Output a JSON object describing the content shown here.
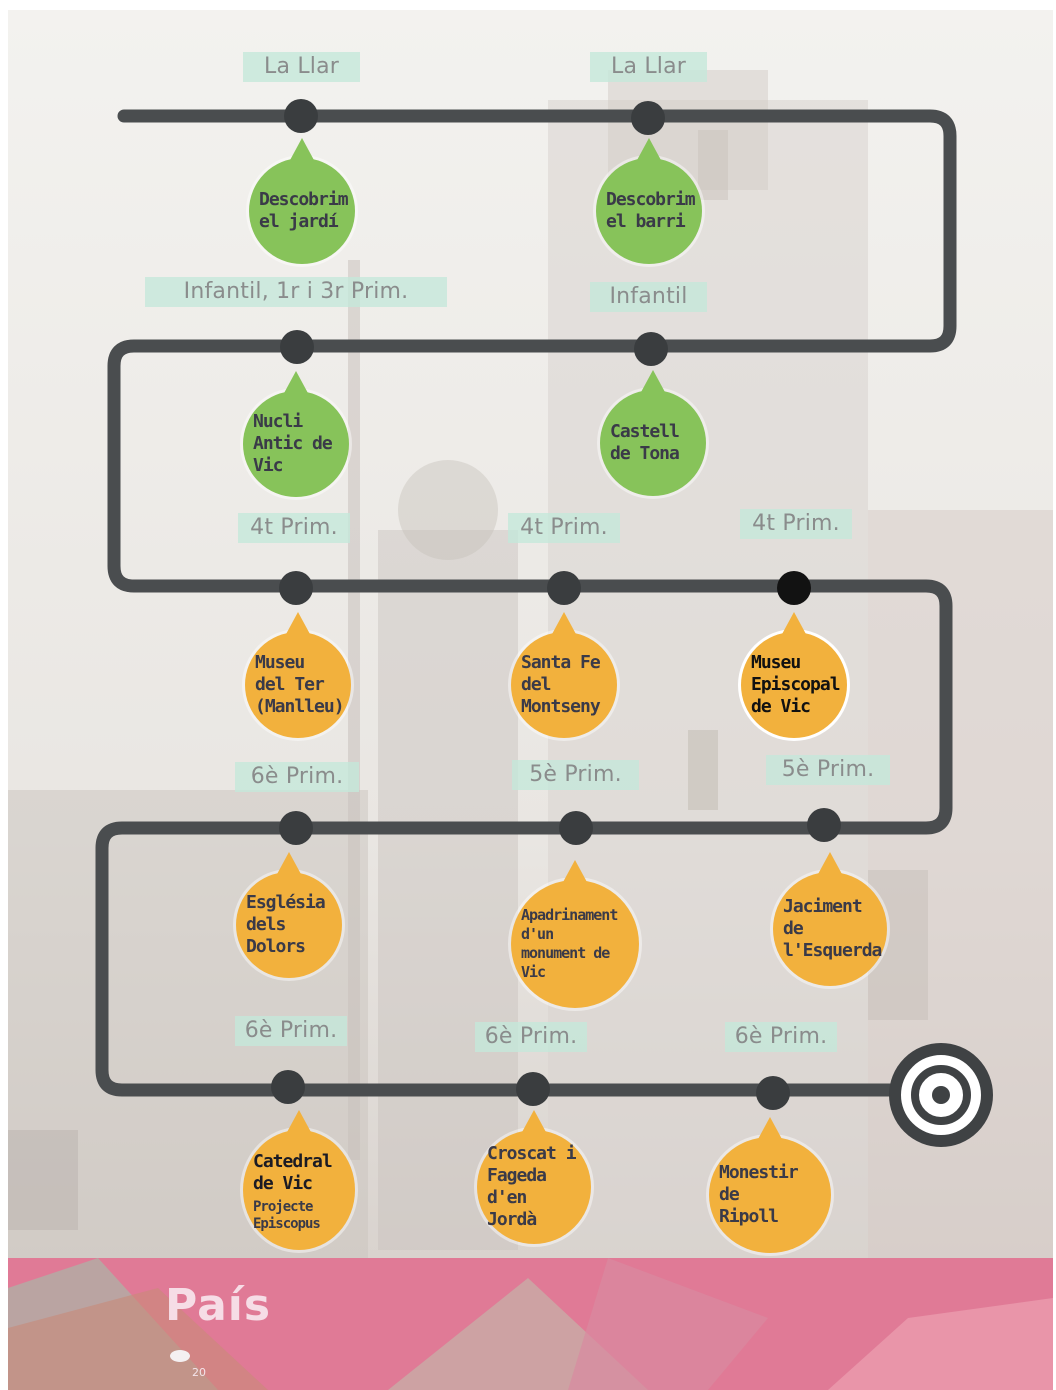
{
  "colors": {
    "track": "#4a4d4f",
    "node": "#3a3d3f",
    "node_highlight": "#121212",
    "tag_bg": "#c4e8da",
    "tag_text": "#8a8c8c",
    "drop_green": "#87c35a",
    "drop_orange": "#f2b13d",
    "footer": "#e07a96"
  },
  "rows": [
    {
      "stops": [
        {
          "tag": "La Llar",
          "label": "Descobrim\nel jardí",
          "color": "green"
        },
        {
          "tag": "La Llar",
          "label": "Descobrim\nel barri",
          "color": "green"
        }
      ]
    },
    {
      "stops": [
        {
          "tag": "Infantil, 1r i 3r Prim.",
          "label": "Nucli\nAntic de\nVic",
          "color": "green"
        },
        {
          "tag": "Infantil",
          "label": "Castell\nde Tona",
          "color": "green"
        }
      ]
    },
    {
      "stops": [
        {
          "tag": "4t Prim.",
          "label": "Museu\ndel Ter\n(Manlleu)",
          "color": "orange"
        },
        {
          "tag": "4t Prim.",
          "label": "Santa Fe\ndel\nMontseny",
          "color": "orange"
        },
        {
          "tag": "4t Prim.",
          "label": "Museu\nEpiscopal\nde Vic",
          "color": "orange",
          "highlight": true
        }
      ]
    },
    {
      "stops": [
        {
          "tag": "6è Prim.",
          "label": "Església\ndels Dolors",
          "color": "orange"
        },
        {
          "tag": "5è Prim.",
          "label": "Apadrinament\nd'un\nmonument de\nVic",
          "color": "orange"
        },
        {
          "tag": "5è Prim.",
          "label": "Jaciment\nde\nl'Esquerda",
          "color": "orange"
        }
      ]
    },
    {
      "stops": [
        {
          "tag": "6è Prim.",
          "label": "Catedral\nde Vic",
          "sublabel": "Projecte\nEpiscopus",
          "color": "orange"
        },
        {
          "tag": "6è Prim.",
          "label": "Croscat i\nFageda\nd'en Jordà",
          "color": "orange"
        },
        {
          "tag": "6è Prim.",
          "label": "Monestir de\nRipoll",
          "color": "orange"
        }
      ]
    }
  ],
  "icons": {
    "end": "target-icon"
  },
  "footer": {
    "title": "País",
    "page_number": "20"
  }
}
